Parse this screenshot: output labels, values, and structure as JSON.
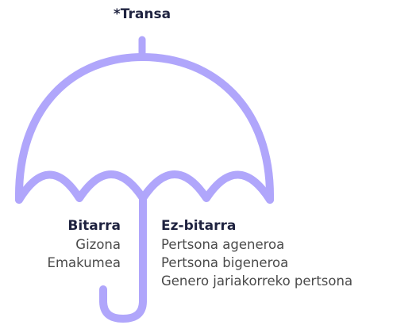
{
  "title": "*Transa",
  "colors": {
    "umbrella": "#b0a6fb",
    "heading": "#1f2340",
    "text": "#4a4a4a"
  },
  "groups": {
    "binary": {
      "title": "Bitarra",
      "items": [
        "Gizona",
        "Emakumea"
      ]
    },
    "nonbinary": {
      "title": "Ez-bitarra",
      "items": [
        "Pertsona ageneroa",
        "Pertsona bigeneroa",
        "Genero jariakorreko pertsona"
      ]
    }
  }
}
